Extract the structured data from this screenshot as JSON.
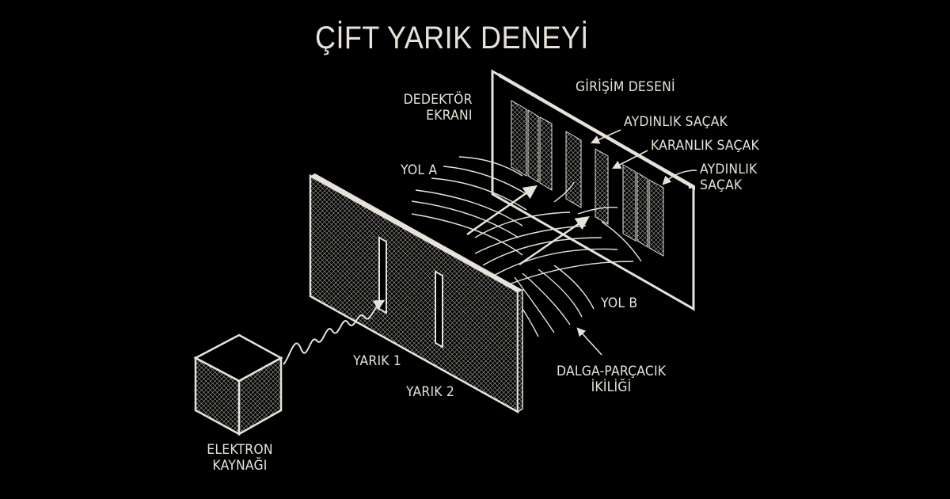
{
  "title": "ÇİFT YARIK DENEYİ",
  "labels": {
    "detector_screen": [
      "DEDEKTÖR",
      "EKRANI"
    ],
    "interference_pattern": "GİRİŞİM DESENİ",
    "bright_fringe_1": "AYDINLIK SAÇAK",
    "dark_fringe": "KARANLIK SAÇAK",
    "bright_fringe_2": [
      "AYDINLIK",
      "SAÇAK"
    ],
    "path_a": "YOL A",
    "path_b": "YOL B",
    "slit_1": "YARIK 1",
    "slit_2": "YARIK 2",
    "wave_particle_duality": [
      "DALGA-PARÇACIK",
      "İKİLİĞİ"
    ],
    "electron_source": [
      "ELEKTRON",
      "KAYNAĞI"
    ]
  },
  "colors": {
    "background": "#000000",
    "line": "#e6e3da"
  }
}
